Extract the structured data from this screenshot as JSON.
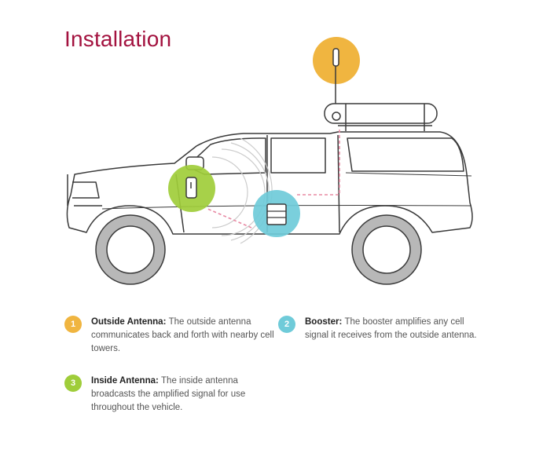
{
  "title": "Installation",
  "colors": {
    "title": "#a3123f",
    "outside_antenna": "#f0b540",
    "booster": "#6fcbd9",
    "inside_antenna": "#9fcd3a",
    "signal_line": "#e88aa4",
    "outline": "#3a3a3a"
  },
  "legend": [
    {
      "number": "1",
      "label": "Outside Antenna:",
      "text": "The outside antenna communicates back and forth with nearby cell towers."
    },
    {
      "number": "2",
      "label": "Booster:",
      "text": "The booster amplifies any cell signal it receives from the outside antenna."
    },
    {
      "number": "3",
      "label": "Inside Antenna:",
      "text": "The inside antenna broadcasts the amplified signal for use throughout the vehicle."
    }
  ]
}
